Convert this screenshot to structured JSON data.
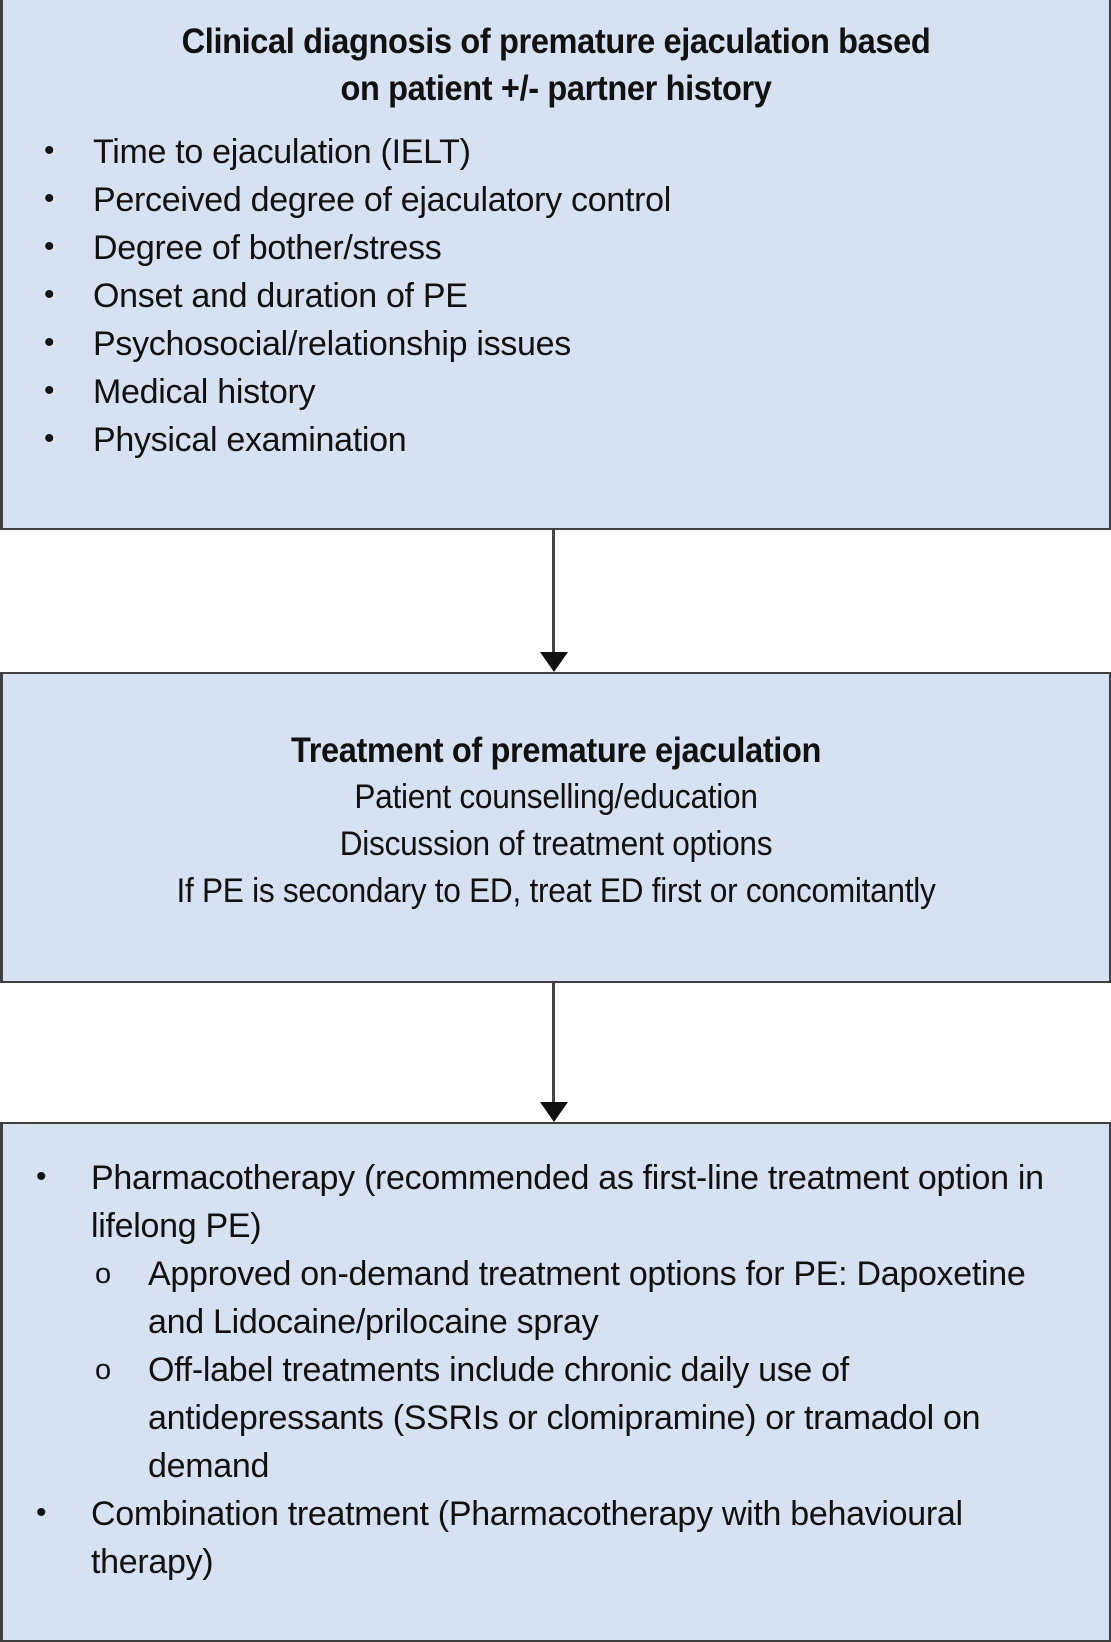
{
  "diagram": {
    "type": "flowchart",
    "orientation": "vertical",
    "colors": {
      "node_fill": "#d6e1f2",
      "node_border": "#3f3f3f",
      "text": "#111111",
      "connector": "#444444"
    },
    "nodes": [
      {
        "id": "diagnosis",
        "title": "Clinical diagnosis of premature ejaculation based on patient +/- partner history",
        "title_lines": [
          "Clinical diagnosis of premature ejaculation based",
          "on patient +/- partner history"
        ],
        "bullets": [
          "Time to ejaculation (IELT)",
          "Perceived degree of ejaculatory control",
          "Degree of bother/stress",
          "Onset and duration of PE",
          "Psychosocial/relationship issues",
          "Medical history",
          "Physical examination"
        ]
      },
      {
        "id": "treatment",
        "title": "Treatment of premature ejaculation",
        "lines": [
          "Patient counselling/education",
          "Discussion of treatment options",
          "If PE is secondary to ED, treat ED first or concomitantly"
        ]
      },
      {
        "id": "options",
        "items": [
          {
            "text": "Pharmacotherapy (recommended as first-line treatment option in lifelong PE)",
            "sub": [
              "Approved on-demand treatment options for PE: Dapoxetine and Lidocaine/prilocaine spray",
              "Off-label treatments include chronic daily use of antidepressants (SSRIs or clomipramine) or tramadol on demand"
            ]
          },
          {
            "text": "Combination treatment (Pharmacotherapy with behavioural therapy)",
            "sub": []
          }
        ]
      }
    ],
    "connectors": [
      {
        "from": "diagnosis",
        "to": "treatment",
        "style": "arrow-down"
      },
      {
        "from": "treatment",
        "to": "options",
        "style": "arrow-down"
      }
    ]
  }
}
